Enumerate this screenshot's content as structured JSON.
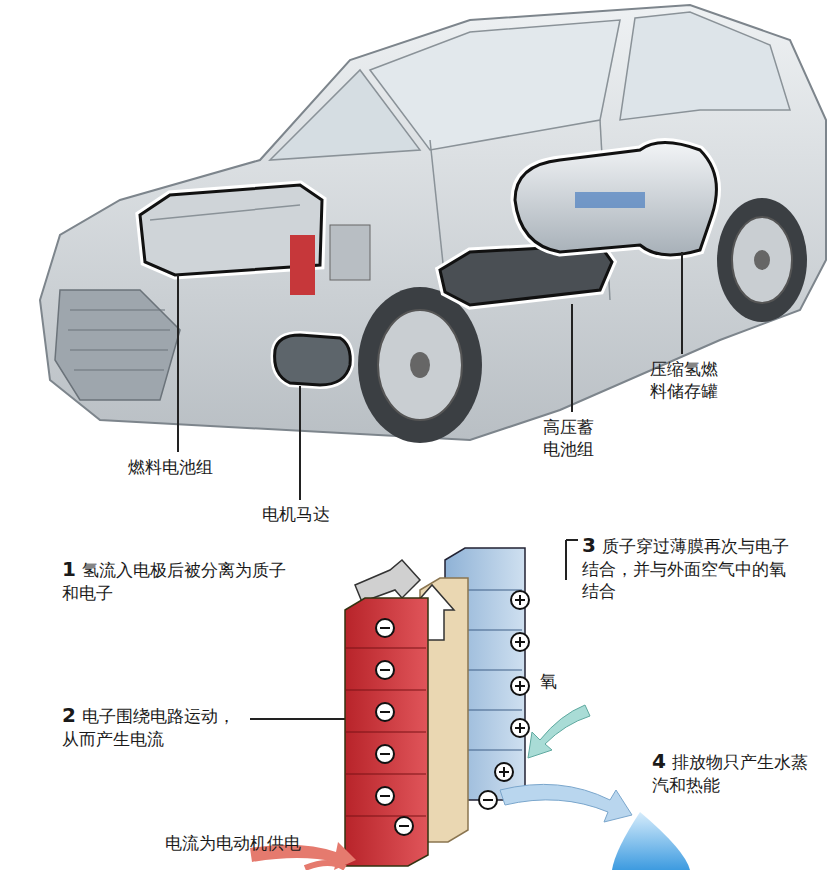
{
  "diagram": {
    "labels": [
      "燃料电池组",
      "电机马达",
      "高压蓄电池组",
      "压缩氢燃料储存罐",
      "1",
      "氢流入电极后被分离为质子和电子",
      "2",
      "电子围绕电路运动，从而产生电流",
      "3",
      "质子穿过薄膜再次与电子结合，并与外面空气中的氧结合",
      "氧",
      "4",
      "排放物只产生水蒸汽和热能",
      "电流为电动机供电"
    ]
  }
}
